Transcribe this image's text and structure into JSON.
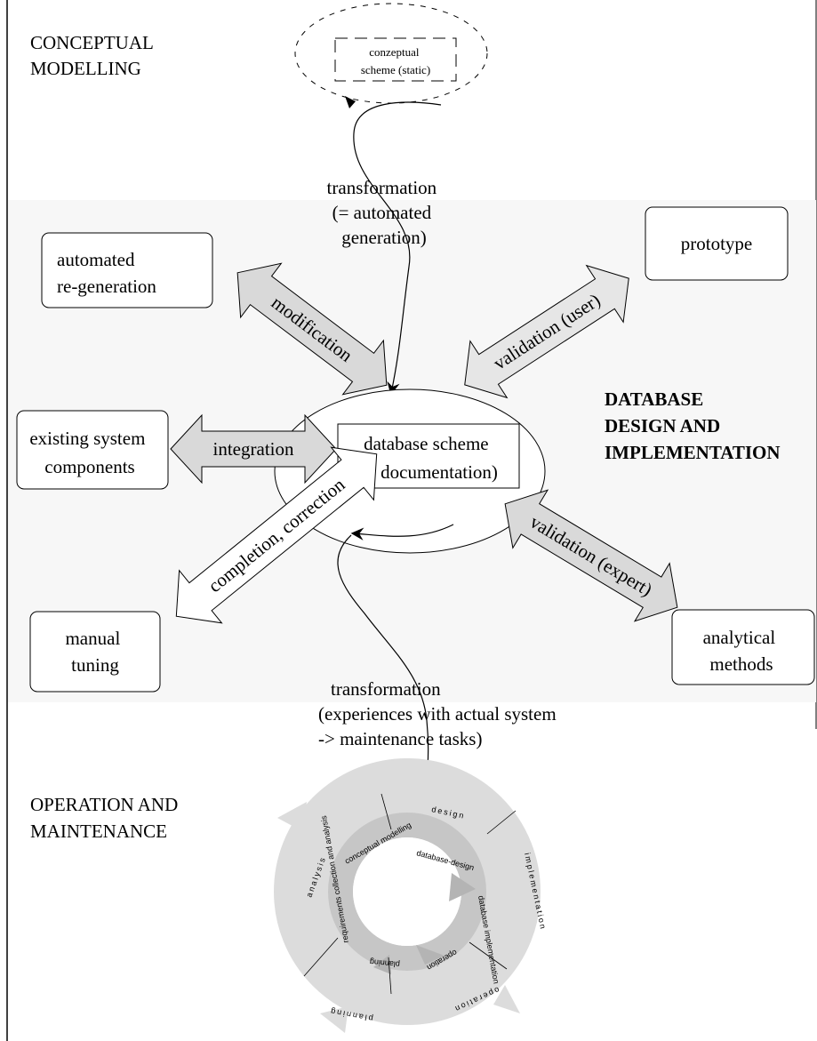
{
  "sections": {
    "conceptual_heading": [
      "CONCEPTUAL",
      "MODELLING"
    ],
    "database_heading": [
      "DATABASE",
      "DESIGN AND",
      "IMPLEMENTATION"
    ],
    "operation_heading": [
      "OPERATION AND",
      "MAINTENANCE"
    ]
  },
  "conceptual_scheme": [
    "conzeptual",
    "scheme (static)"
  ],
  "transformation_top": [
    "transformation",
    "(= automated",
    "generation)"
  ],
  "center": [
    "database scheme",
    "(+ documentation)"
  ],
  "boxes": {
    "automated_regeneration": [
      "automated",
      "re-generation"
    ],
    "prototype": [
      "prototype"
    ],
    "existing_components": [
      "existing system",
      "components"
    ],
    "manual_tuning": [
      "manual",
      "tuning"
    ],
    "analytical_methods": [
      "analytical",
      "methods"
    ]
  },
  "arrows": {
    "modification": "modification",
    "validation_user": "validation (user)",
    "integration": "integration",
    "completion": "completion, correction",
    "validation_expert": "validation (expert)"
  },
  "transformation_bottom": [
    "transformation",
    "(experiences with  actual system",
    "-> maintenance tasks)"
  ],
  "cycle": {
    "outer_labels": [
      "design",
      "implementation",
      "operation",
      "planning",
      "analysis"
    ],
    "inner_labels": [
      "database-design",
      "database implementation",
      "operation",
      "planning",
      "requirements collection and analysis",
      "conceptual modelling"
    ]
  },
  "colors": {
    "band": "#f7f7f7",
    "arrow_fill": "#d9d9d9",
    "cycle_outer": "#dcdcdc",
    "cycle_inner": "#c6c6c6"
  }
}
